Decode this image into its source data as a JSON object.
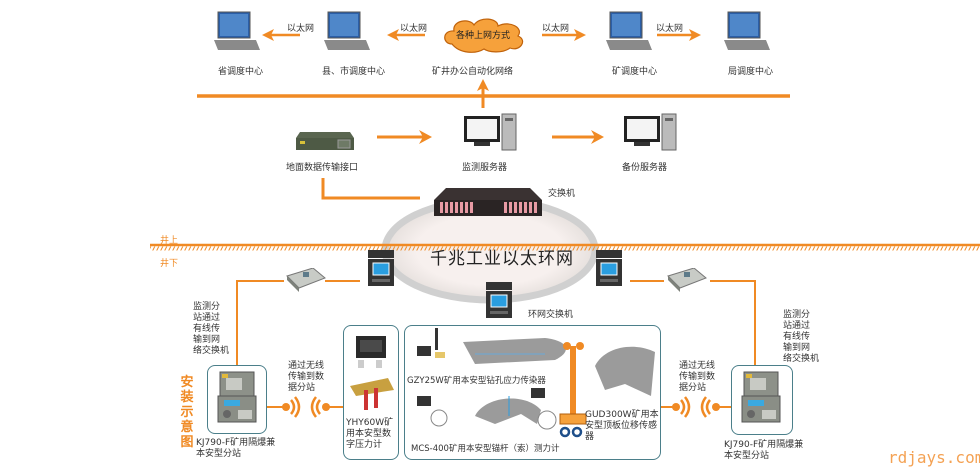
{
  "top_network": {
    "nodes": [
      {
        "label": "省调度中心"
      },
      {
        "label": "县、市调度中心"
      },
      {
        "label": "矿井办公自动化网络"
      },
      {
        "label": "矿调度中心"
      },
      {
        "label": "局调度中心"
      }
    ],
    "cloud_label": "各种上网方式",
    "link_labels": [
      "以太网",
      "以太网",
      "以太网",
      "以太网"
    ]
  },
  "server_layer": {
    "ground_interface": "地面数据传输接口",
    "monitor_server": "监测服务器",
    "backup_server": "备份服务器",
    "core_switch": "交换机"
  },
  "ring": {
    "title": "千兆工业以太环网",
    "ring_switch": "环网交换机"
  },
  "ground_line": {
    "above": "井上",
    "below": "井下"
  },
  "underground": {
    "section_title": [
      "安",
      "装",
      "示",
      "意",
      "图"
    ],
    "wired_note": [
      "监测分",
      "站通过",
      "有线传",
      "输到网",
      "络交换机"
    ],
    "wireless_note": [
      "通过无线",
      "传输到数",
      "据分站"
    ],
    "substation_label": [
      "KJ790-F矿用隔爆兼",
      "本安型分站"
    ],
    "substation_label_right": [
      "KJ790-F矿用隔爆兼",
      "本安型分站"
    ],
    "pressure_gauge": [
      "YHY60W矿",
      "用本安型数",
      "字压力计"
    ],
    "sensors": {
      "gzy": "GZY25W矿用本安型钻孔应力传染器",
      "mcs": "MCS-400矿用本安型锚杆（索）测力计",
      "gud": [
        "GUD300W矿用本",
        "安型顶板位移传感器"
      ]
    }
  },
  "watermark": "rdjays.com",
  "colors": {
    "accent": "#f08a24",
    "box_border": "#4b7f8a",
    "ring_fill": "#efe9e6",
    "ring_edge": "#c8c8c8"
  }
}
